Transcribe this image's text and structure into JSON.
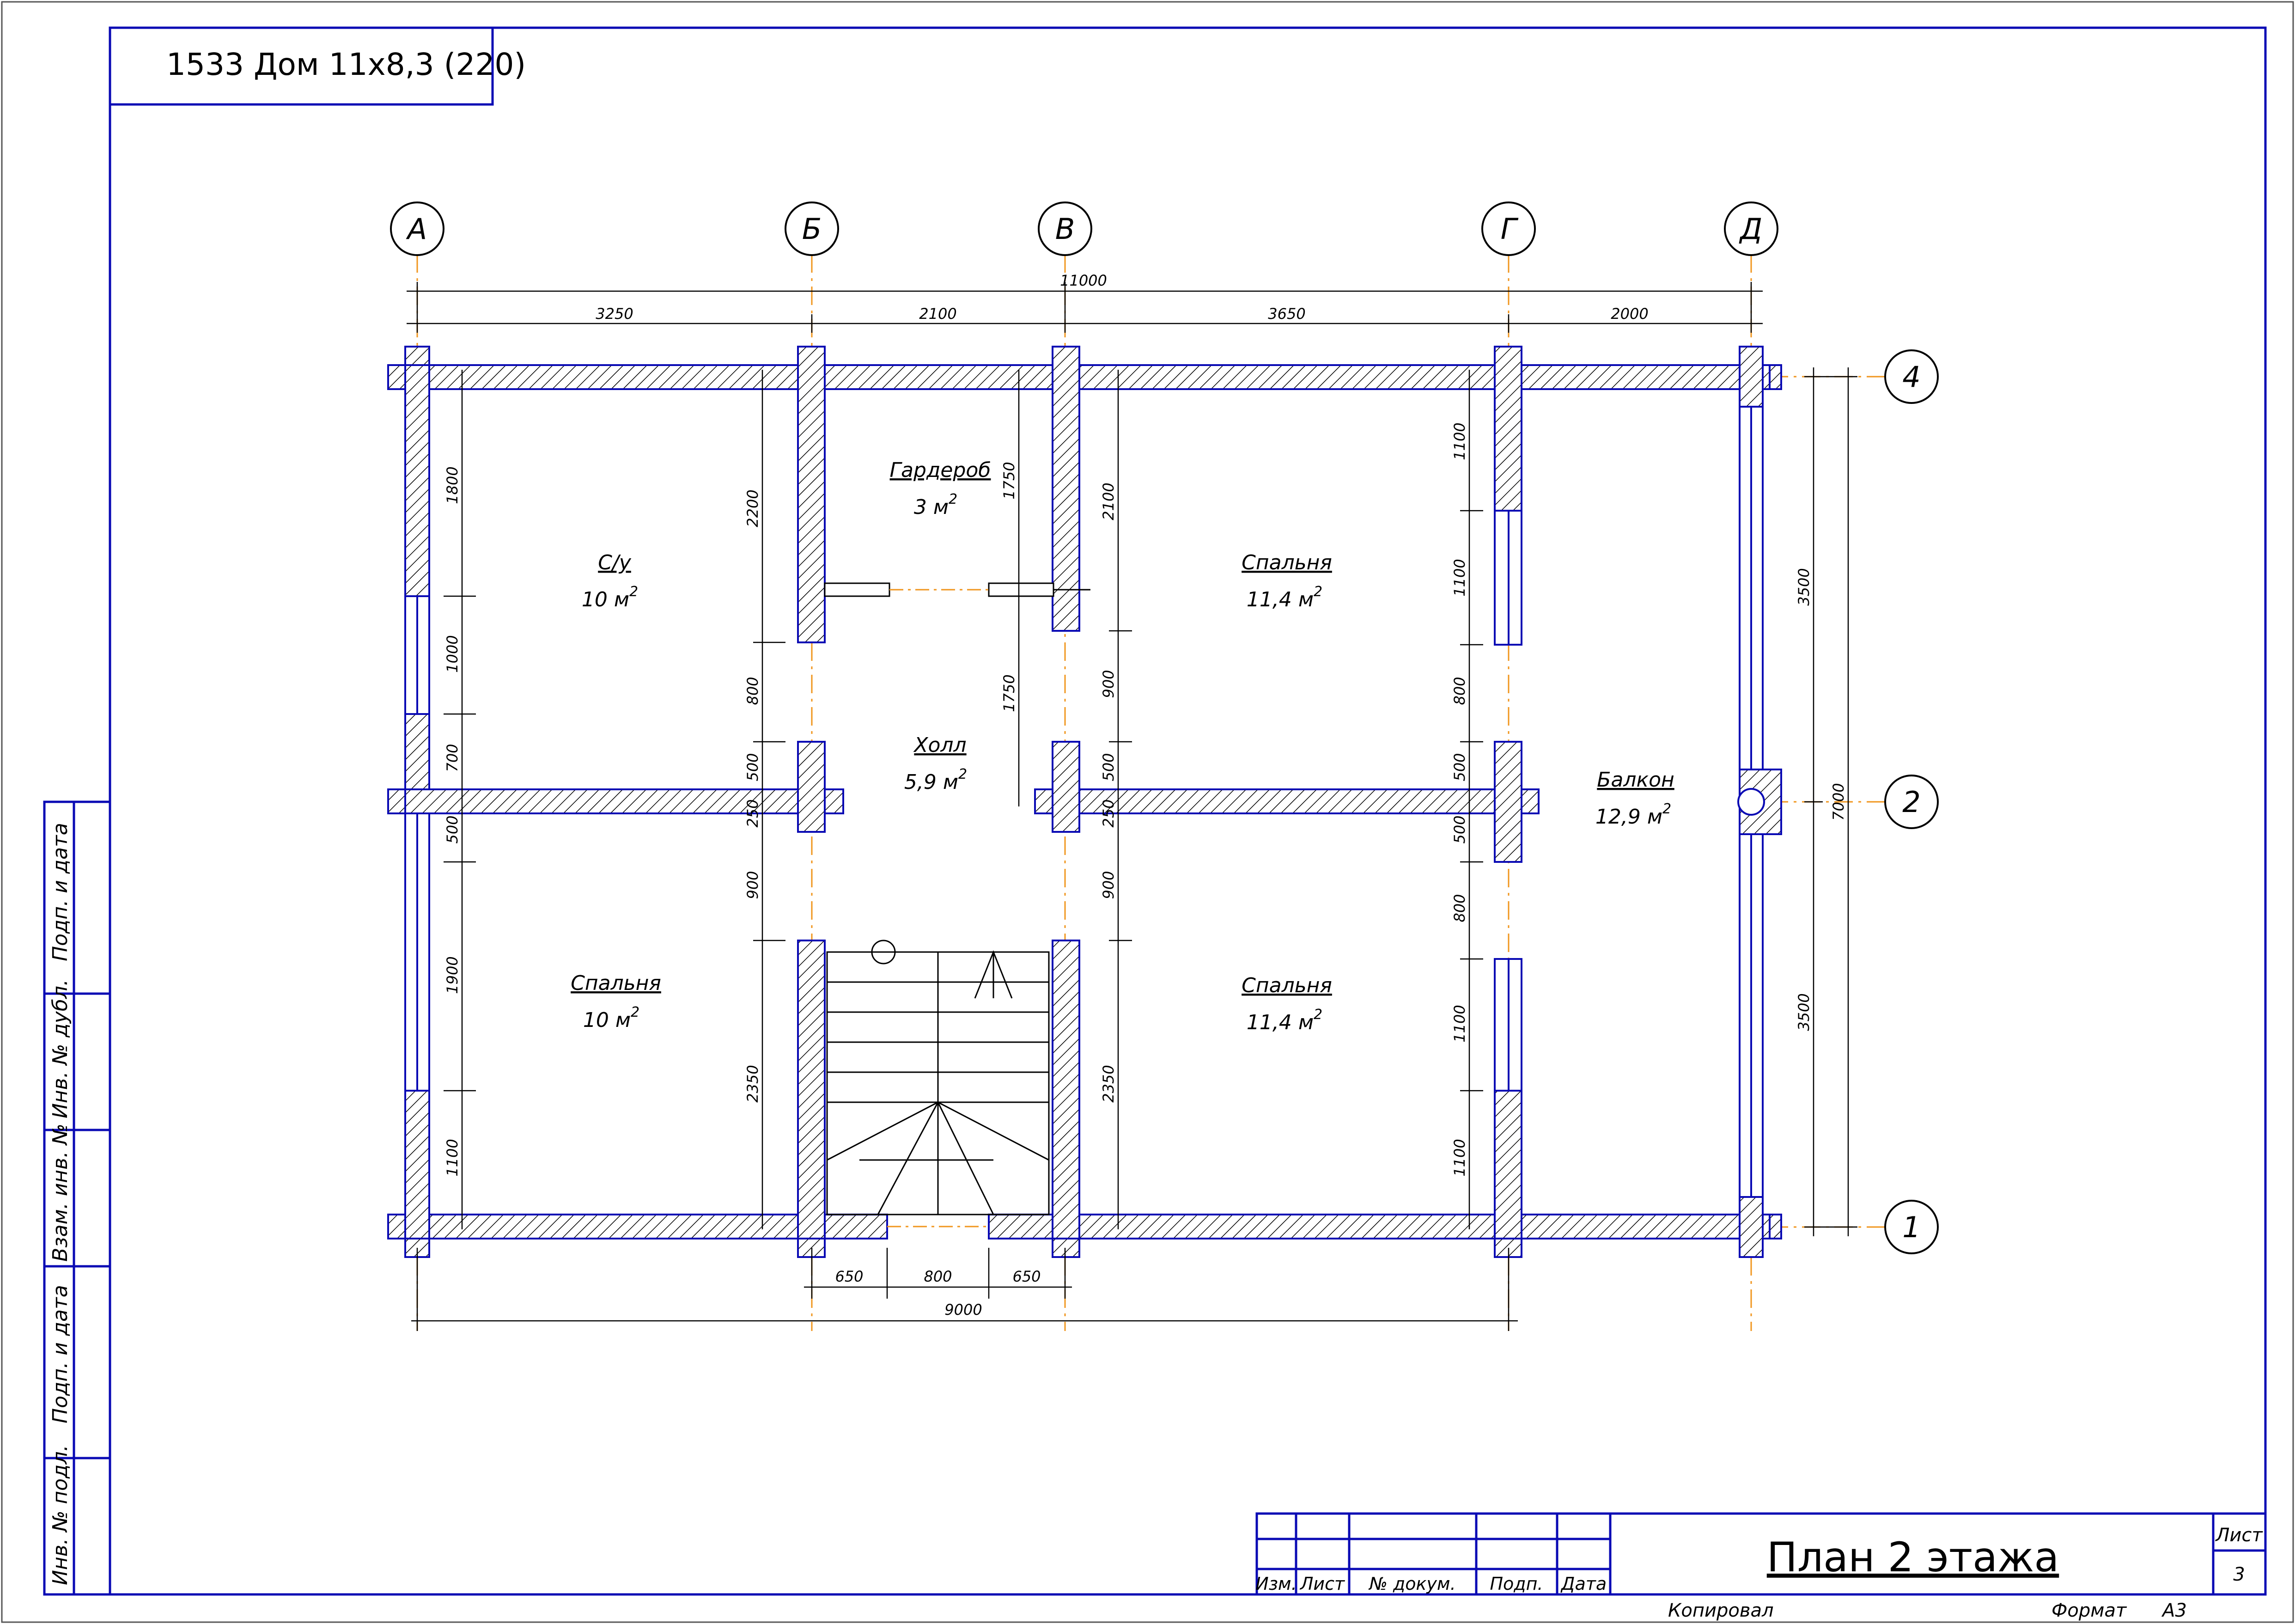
{
  "project_title": "1533 Дом 11х8,3 (220)",
  "sheet_title": "План 2 этажа",
  "axes_letters": [
    "А",
    "Б",
    "В",
    "Г",
    "Д"
  ],
  "axes_numbers": [
    "4",
    "2",
    "1"
  ],
  "rooms": [
    {
      "name": "С/у",
      "area": "10 м",
      "sup": "2"
    },
    {
      "name": "Гардероб",
      "area": "3 м",
      "sup": "2"
    },
    {
      "name": "Спальня",
      "area": "11,4 м",
      "sup": "2"
    },
    {
      "name": "Холл",
      "area": "5,9 м",
      "sup": "2"
    },
    {
      "name": "Балкон",
      "area": "12,9 м",
      "sup": "2"
    },
    {
      "name": "Спальня",
      "area": "10 м",
      "sup": "2"
    },
    {
      "name": "Спальня",
      "area": "11,4 м",
      "sup": "2"
    }
  ],
  "dims_top": {
    "overall": "11000",
    "segments": [
      "3250",
      "2100",
      "3650",
      "2000"
    ]
  },
  "dims_bottom": {
    "overall": "9000",
    "segments": [
      "650",
      "800",
      "650"
    ]
  },
  "dims_right": {
    "overall": "7000",
    "segments": [
      "3500",
      "3500"
    ]
  },
  "dims_internal": {
    "a_inner": [
      "1800",
      "1000",
      "700",
      "500",
      "1900",
      "1100"
    ],
    "b_left": [
      "2200",
      "800",
      "500",
      "250",
      "900",
      "2350"
    ],
    "b_right": [
      "1750",
      "1750"
    ],
    "v_right": [
      "2100",
      "900",
      "500",
      "250",
      "900",
      "2350"
    ],
    "g_left": [
      "1100",
      "1100",
      "800",
      "500",
      "500",
      "800",
      "1100",
      "1100"
    ]
  },
  "side_stamp": [
    "Подп. и дата",
    "Инв. № дубл.",
    "Взам. инв. №",
    "Подп. и дата",
    "Инв. № подл."
  ],
  "title_block": {
    "columns": [
      "Изм.",
      "Лист",
      "№ докум.",
      "Подп.",
      "Дата"
    ],
    "sheet_label": "Лист",
    "sheet_number": "3",
    "copied": "Копировал",
    "format_label": "Формат",
    "format_value": "А3"
  },
  "colors": {
    "frame": "#0a0ab4",
    "axis": "#f0961e",
    "line": "#000000"
  }
}
